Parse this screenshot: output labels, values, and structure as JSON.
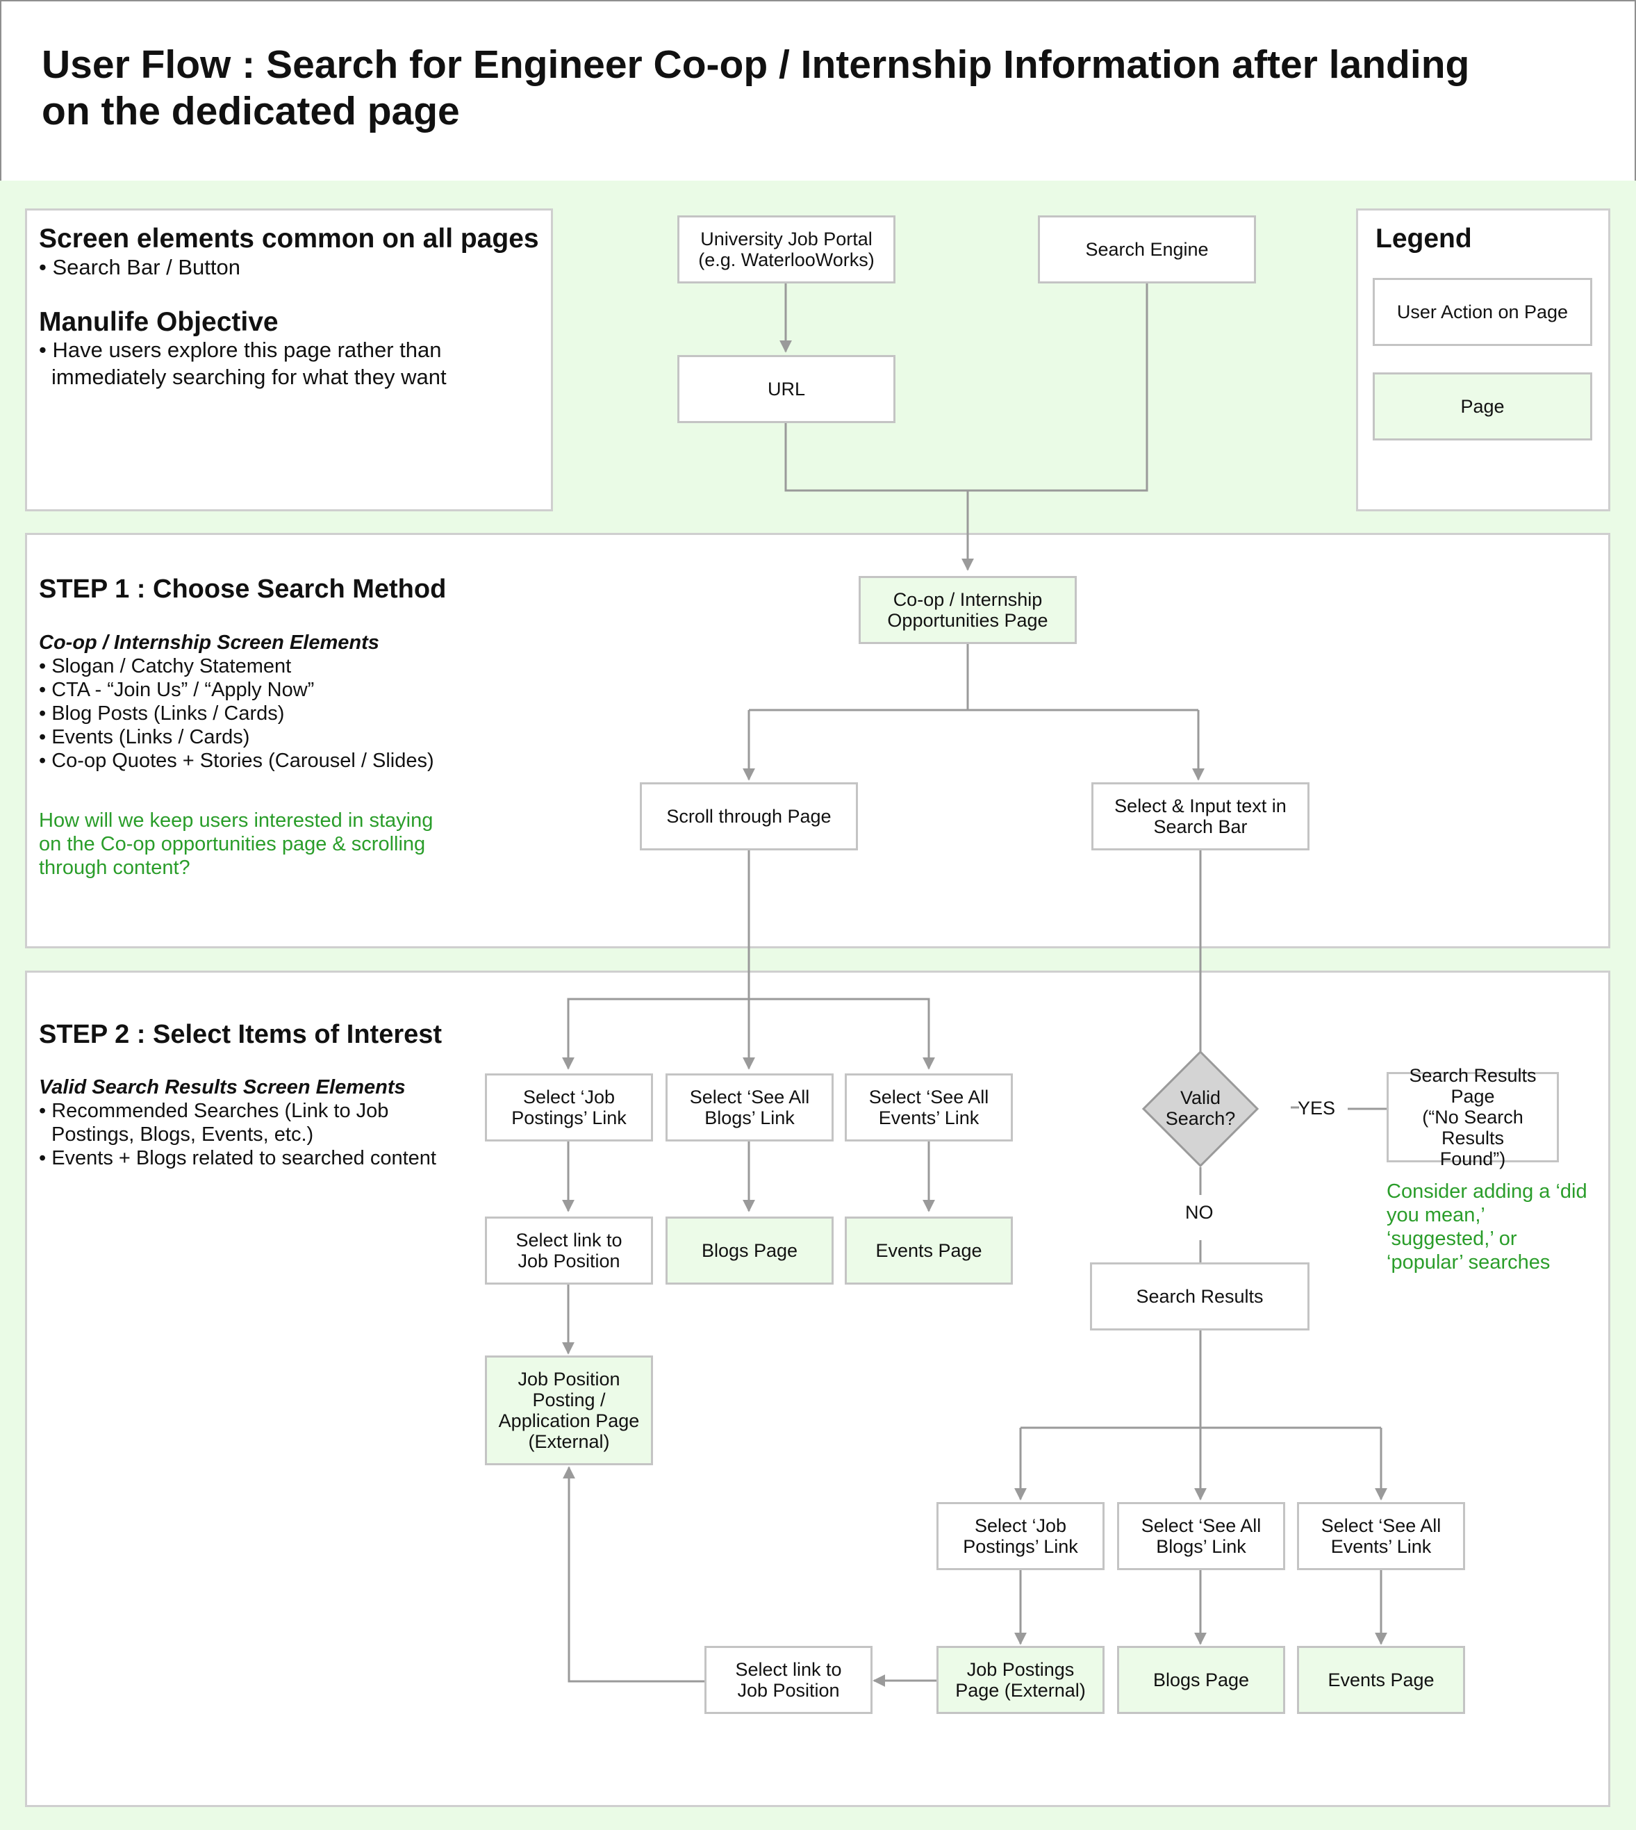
{
  "title": "User Flow : Search for Engineer Co-op / Internship Information after landing on the dedicated page",
  "common_panel": {
    "heading1": "Screen elements common on all pages",
    "item1": "• Search Bar / Button",
    "heading2": "Manulife Objective",
    "item2_line1": "• Have users explore this page rather than",
    "item2_line2": "immediately searching for what they want"
  },
  "legend": {
    "title": "Legend",
    "action_label": "User Action on Page",
    "page_label": "Page"
  },
  "step1": {
    "title": "STEP 1 : Choose Search Method",
    "subtitle": "Co-op / Internship Screen Elements",
    "items": [
      "• Slogan / Catchy Statement",
      "• CTA - “Join Us” / “Apply Now”",
      "• Blog Posts (Links / Cards)",
      "• Events (Links / Cards)",
      "• Co-op Quotes + Stories (Carousel / Slides)"
    ],
    "question_lines": [
      "How will we keep users interested in staying",
      "on the Co-op opportunities page & scrolling",
      "through content?"
    ]
  },
  "step2": {
    "title": "STEP 2 : Select Items of Interest",
    "subtitle": "Valid Search Results Screen Elements",
    "items": [
      "• Recommended Searches (Link to Job",
      "Postings, Blogs, Events, etc.)",
      "• Events + Blogs related to searched content"
    ]
  },
  "nodes": {
    "university_portal": "University Job Portal\n(e.g. WaterlooWorks)",
    "search_engine": "Search Engine",
    "url": "URL",
    "coop_page": "Co-op / Internship\nOpportunities Page",
    "scroll": "Scroll through Page",
    "search_input": "Select & Input text in\nSearch Bar",
    "sel_job_1": "Select ‘Job\nPostings’ Link",
    "sel_blogs_1": "Select ‘See All\nBlogs’ Link",
    "sel_events_1": "Select ‘See All\nEvents’ Link",
    "sel_link_job_1": "Select link to\nJob Position",
    "blogs_page_1": "Blogs Page",
    "events_page_1": "Events Page",
    "job_position_page": "Job Position\nPosting /\nApplication Page\n(External)",
    "valid_search": "Valid\nSearch?",
    "yes": "YES",
    "no": "NO",
    "no_results_page": "Search Results Page\n(“No Search Results\nFound”)",
    "suggestion_lines": [
      "Consider adding a ‘did",
      "you mean,’",
      "‘suggested,’ or",
      "‘popular’ searches"
    ],
    "search_results": "Search Results",
    "sel_job_2": "Select ‘Job\nPostings’ Link",
    "sel_blogs_2": "Select ‘See All\nBlogs’ Link",
    "sel_events_2": "Select ‘See All\nEvents’ Link",
    "job_postings_page": "Job Postings\nPage (External)",
    "blogs_page_2": "Blogs Page",
    "events_page_2": "Events Page",
    "sel_link_job_2": "Select link to\nJob Position"
  },
  "colors": {
    "page_fill": "#ecfbe8",
    "canvas_fill": "#eafbe6",
    "border": "#c4c4c4",
    "connector": "#9a9a9a",
    "note_green": "#2a9d2a",
    "decision_fill": "#d4d4d4"
  }
}
